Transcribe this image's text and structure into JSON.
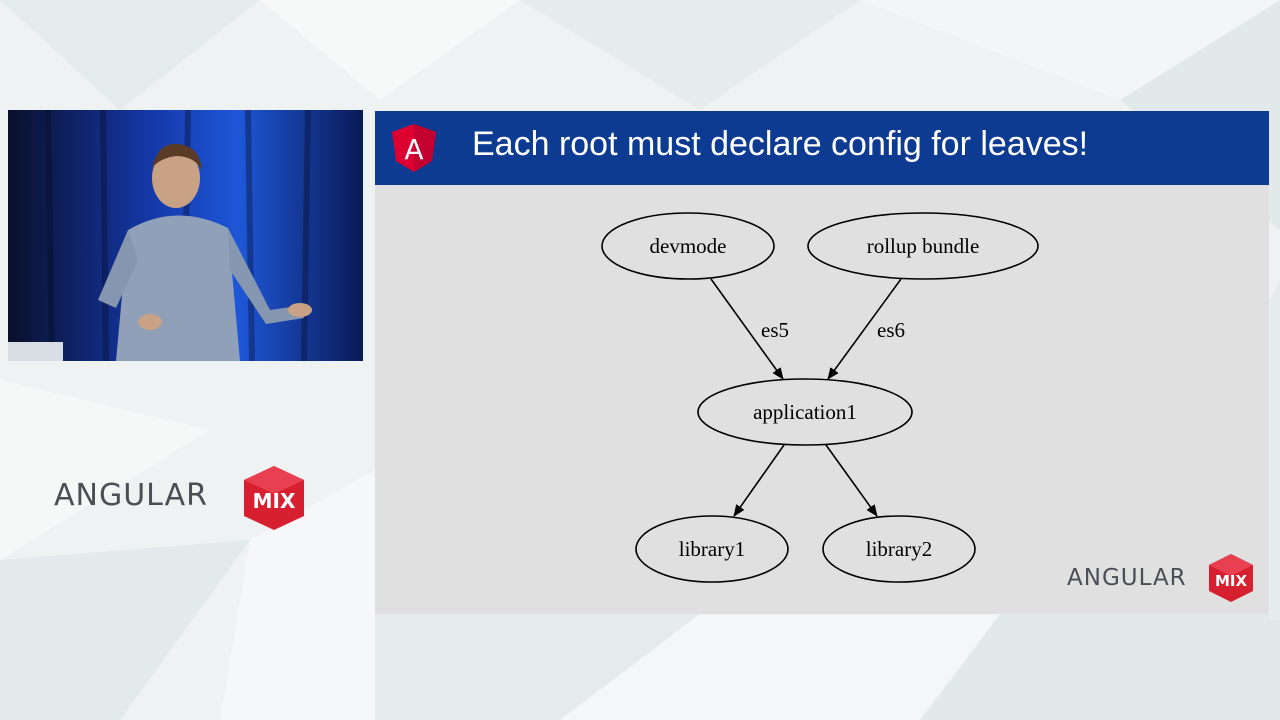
{
  "slide": {
    "title": "Each root must declare config for leaves!",
    "logo_letter": "A"
  },
  "branding": {
    "word": "ANGULAR",
    "badge": "MIX",
    "accent": "#d62030"
  },
  "diagram": {
    "nodes": [
      {
        "id": "devmode",
        "label": "devmode"
      },
      {
        "id": "rollup",
        "label": "rollup bundle"
      },
      {
        "id": "application1",
        "label": "application1"
      },
      {
        "id": "library1",
        "label": "library1"
      },
      {
        "id": "library2",
        "label": "library2"
      }
    ],
    "edges": [
      {
        "from": "devmode",
        "to": "application1",
        "label": "es5"
      },
      {
        "from": "rollup",
        "to": "application1",
        "label": "es6"
      },
      {
        "from": "application1",
        "to": "library1",
        "label": ""
      },
      {
        "from": "application1",
        "to": "library2",
        "label": ""
      }
    ]
  },
  "colors": {
    "header": "#0d3b91",
    "slide_bg": "#e1e0e1",
    "accent": "#d62030"
  }
}
